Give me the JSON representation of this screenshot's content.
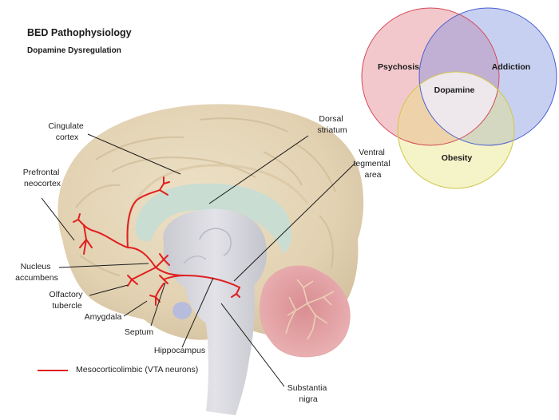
{
  "header": {
    "title": "BED Pathophysiology",
    "subtitle": "Dopamine Dysregulation"
  },
  "venn": {
    "sets": [
      {
        "label": "Psychosis",
        "color": "#e37d85"
      },
      {
        "label": "Addiction",
        "color": "#7d8fe0"
      },
      {
        "label": "Obesity",
        "color": "#e6e27d"
      }
    ],
    "center_label": "Dopamine"
  },
  "brain": {
    "labels": {
      "cingulate": [
        "Cingulate",
        "cortex"
      ],
      "prefrontal": [
        "Prefrontal",
        "neocortex"
      ],
      "dorsal": [
        "Dorsal",
        "striatum"
      ],
      "vta": [
        "Ventral",
        "tegmental",
        "area"
      ],
      "nucleus": [
        "Nucleus",
        "accumbens"
      ],
      "olfactory": [
        "Olfactory",
        "tubercle"
      ],
      "amygdala": [
        "Amygdala"
      ],
      "septum": [
        "Septum"
      ],
      "hippocampus": [
        "Hippocampus"
      ],
      "substantia": [
        "Substantia",
        "nigra"
      ]
    },
    "colors": {
      "cortex": "#e3d3b4",
      "striatum": "#c9ddd2",
      "brainstem": "#d6d6dc",
      "cerebellum": "#e6a3a6",
      "pathway": "#e02020",
      "amygdala_body": "#b8bcdc"
    }
  },
  "legend": {
    "label": "Mesocorticolimbic (VTA neurons)",
    "color": "#e02020"
  }
}
